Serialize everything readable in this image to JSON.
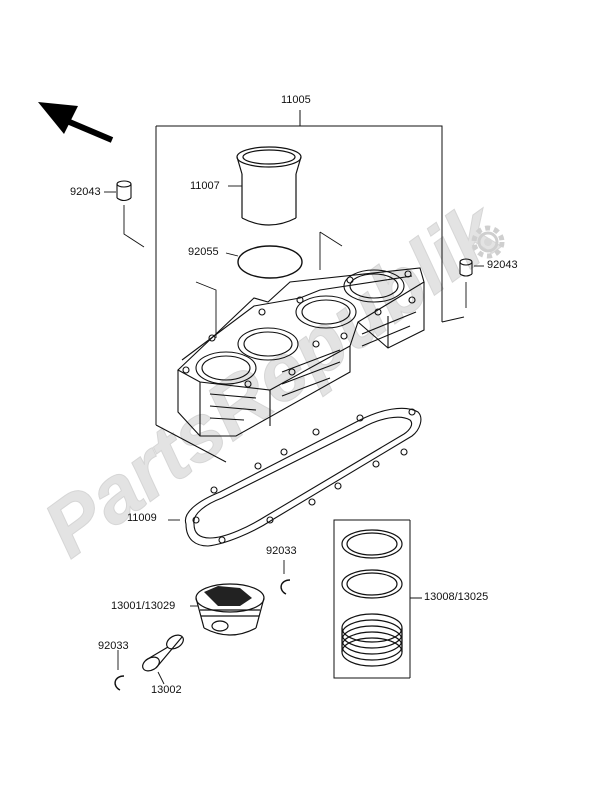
{
  "diagram": {
    "callouts": {
      "c11005": "11005",
      "c11007": "11007",
      "c92043_left": "92043",
      "c92055": "92055",
      "c92043_right": "92043",
      "c11009": "11009",
      "c92033_upper": "92033",
      "c13001": "13001/13029",
      "c13008": "13008/13025",
      "c92033_lower": "92033",
      "c13002": "13002"
    },
    "watermark": "PartsRepublik"
  },
  "colors": {
    "line": "#111111",
    "watermark": "#e3e3e3"
  },
  "icons": [
    "direction-arrow-icon",
    "gear-icon"
  ]
}
